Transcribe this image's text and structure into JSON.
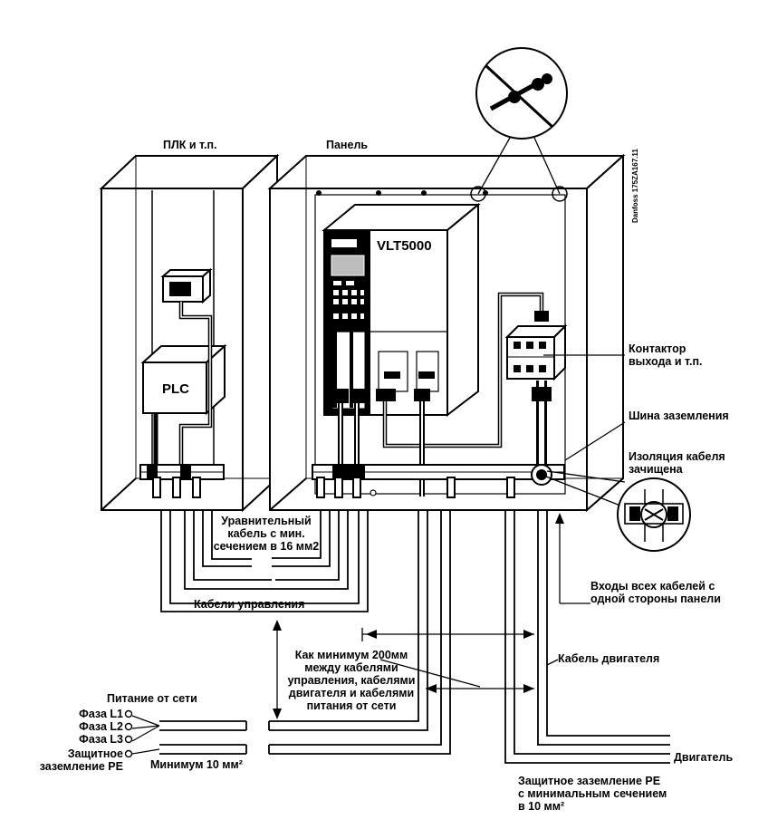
{
  "labels": {
    "plc_box": "ПЛК и т.п.",
    "panel": "Панель",
    "drive_model": "VLT5000",
    "plc_unit": "PLC",
    "doc_code": "Danfoss 175ZA167.11",
    "output_contactor": "Контактор\nвыхода и т.п.",
    "earth_bar": "Шина заземления",
    "cable_insulation": "Изоляция кабеля\nзачищена",
    "equalizing_cable": "Уравнительный\nкабель с мин.\nсечением в 16 мм2",
    "control_cables": "Кабели управления",
    "cable_entries": "Входы всех кабелей с\nодной стороны панели",
    "min_spacing": "Как минимум 200мм\nмежду кабелями\nуправления, кабелями\nдвигателя и кабелями\nпитания от сети",
    "motor_cable": "Кабель двигателя",
    "mains_supply": "Питание от сети",
    "phase_l1": "Фаза L1",
    "phase_l2": "Фаза L2",
    "phase_l3": "Фаза L3",
    "protective_earth": "Защитное\nзаземление PE",
    "min_10": "Минимум 10 мм²",
    "motor": "Двигатель",
    "pe_min": "Защитное заземление PE\nс минимальным сечением\nв 10 мм²"
  },
  "colors": {
    "line": "#000000",
    "background": "#ffffff",
    "shade": "#bdbdbd"
  }
}
